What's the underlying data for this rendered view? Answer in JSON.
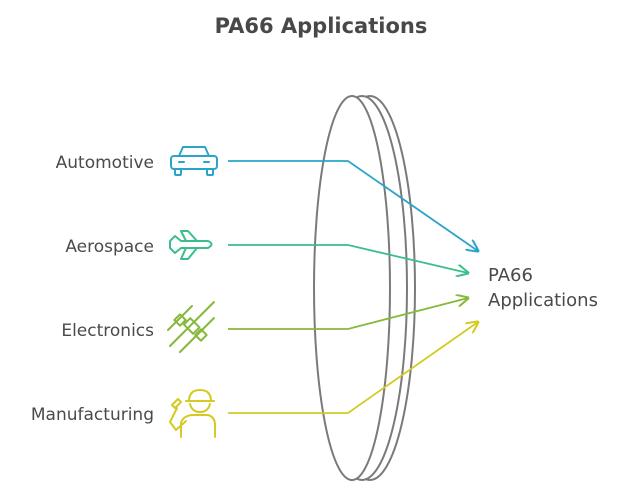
{
  "title": "PA66 Applications",
  "target": {
    "line1": "PA66",
    "line2": "Applications"
  },
  "sources": [
    {
      "label": "Automotive",
      "icon": "car-icon",
      "color": "#2aa5c9"
    },
    {
      "label": "Aerospace",
      "icon": "airplane-icon",
      "color": "#3bbf8a"
    },
    {
      "label": "Electronics",
      "icon": "electronic-components-icon",
      "color": "#86b83a"
    },
    {
      "label": "Manufacturing",
      "icon": "worker-icon",
      "color": "#d4ca22"
    }
  ],
  "lens_color": "#7a7a7a"
}
